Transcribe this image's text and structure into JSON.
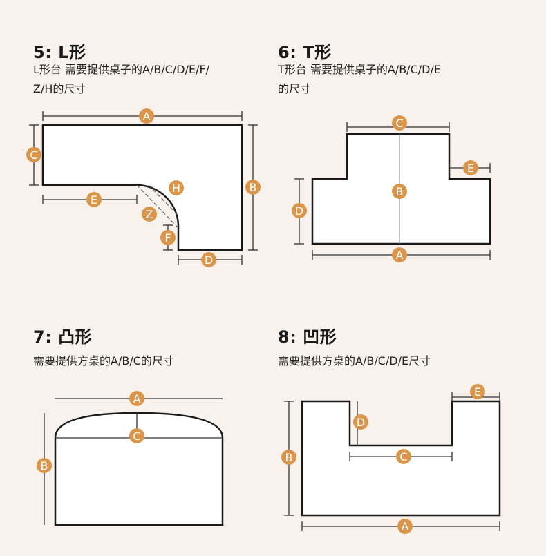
{
  "panels": [
    {
      "title": "5: L形",
      "desc_line1": "L形台 需要提供桌子的A/B/C/D/E/F/",
      "desc_line2": "Z/H的尺寸"
    },
    {
      "title": "6: T形",
      "desc_line1": "T形台 需要提供桌子的A/B/C/D/E",
      "desc_line2": "的尺寸"
    },
    {
      "title": "7: 凸形",
      "desc_line1": "需要提供方桌的A/B/C的尺寸"
    },
    {
      "title": "8: 凹形",
      "desc_line1": "需要提供方桌的A/B/C/D/E尺寸"
    }
  ],
  "labels": {
    "l_shape": [
      "A",
      "B",
      "C",
      "D",
      "E",
      "F",
      "Z",
      "H"
    ],
    "t_shape": [
      "A",
      "B",
      "C",
      "D",
      "E"
    ],
    "convex": [
      "A",
      "B",
      "C"
    ],
    "concave": [
      "A",
      "B",
      "C",
      "D",
      "E"
    ]
  },
  "colors": {
    "badge": "#d9964b",
    "background": "#f8f1ec",
    "shape_fill": "#ffffff",
    "outline": "#1a1a1a"
  }
}
